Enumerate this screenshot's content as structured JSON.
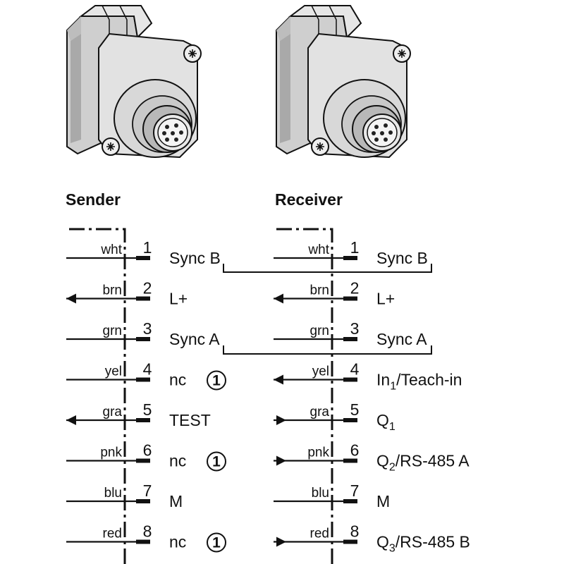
{
  "sender": {
    "title": "Sender",
    "pins": [
      {
        "no": "1",
        "color": "wht",
        "signal": "Sync B",
        "note": "",
        "dir": "none"
      },
      {
        "no": "2",
        "color": "brn",
        "signal": "L+",
        "note": "",
        "dir": "out"
      },
      {
        "no": "3",
        "color": "grn",
        "signal": "Sync A",
        "note": "",
        "dir": "none"
      },
      {
        "no": "4",
        "color": "yel",
        "signal": "nc",
        "note": "1",
        "dir": "none"
      },
      {
        "no": "5",
        "color": "gra",
        "signal": "TEST",
        "note": "",
        "dir": "out"
      },
      {
        "no": "6",
        "color": "pnk",
        "signal": "nc",
        "note": "1",
        "dir": "none"
      },
      {
        "no": "7",
        "color": "blu",
        "signal": "M",
        "note": "",
        "dir": "none"
      },
      {
        "no": "8",
        "color": "red",
        "signal": "nc",
        "note": "1",
        "dir": "none"
      }
    ]
  },
  "receiver": {
    "title": "Receiver",
    "pins": [
      {
        "no": "1",
        "color": "wht",
        "signal": "Sync B",
        "sub": "",
        "signal_tail": "",
        "dir": "none"
      },
      {
        "no": "2",
        "color": "brn",
        "signal": "L+",
        "sub": "",
        "signal_tail": "",
        "dir": "out"
      },
      {
        "no": "3",
        "color": "grn",
        "signal": "Sync A",
        "sub": "",
        "signal_tail": "",
        "dir": "none"
      },
      {
        "no": "4",
        "color": "yel",
        "signal": "In",
        "sub": "1",
        "signal_tail": "/Teach-in",
        "dir": "out"
      },
      {
        "no": "5",
        "color": "gra",
        "signal": "Q",
        "sub": "1",
        "signal_tail": "",
        "dir": "in"
      },
      {
        "no": "6",
        "color": "pnk",
        "signal": "Q",
        "sub": "2",
        "signal_tail": "/RS-485 A",
        "dir": "in"
      },
      {
        "no": "7",
        "color": "blu",
        "signal": "M",
        "sub": "",
        "signal_tail": "",
        "dir": "none"
      },
      {
        "no": "8",
        "color": "red",
        "signal": "Q",
        "sub": "3",
        "signal_tail": "/RS-485 B",
        "dir": "in"
      }
    ]
  },
  "colors": {
    "ink": "#111111",
    "body_fill": "#dcdcdc",
    "body_shade": "#b4b4b4"
  }
}
